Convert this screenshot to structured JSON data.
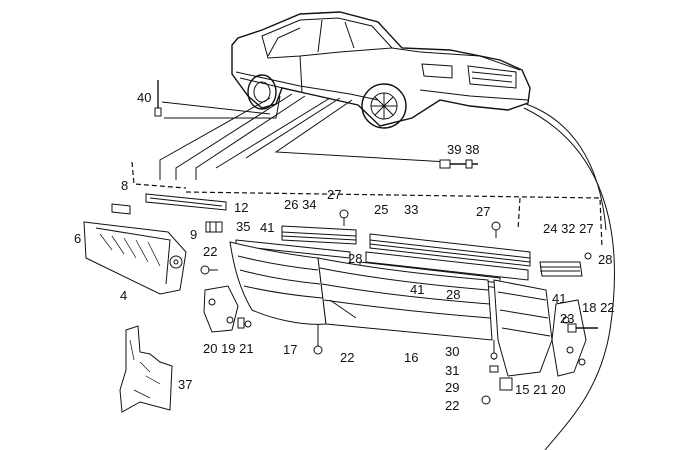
{
  "diagram": {
    "colors": {
      "ink": "#111111",
      "paper": "#ffffff"
    },
    "callouts": {
      "p40": "40",
      "p39_38": "39 38",
      "p8": "8",
      "p27a": "27",
      "p26_34": "26 34",
      "p12": "12",
      "p25": "25",
      "p33": "33",
      "p27b": "27",
      "p6": "6",
      "p35": "35",
      "p9": "9",
      "p41a": "41",
      "p24_32_27": "24 32 27",
      "p22a": "22",
      "p28a": "28",
      "p28b": "28",
      "p4": "4",
      "p41b": "41",
      "p28c": "28",
      "p41c": "41",
      "p18_22": "18 22",
      "p23": "23",
      "p20_19_21": "20 19 21",
      "p17": "17",
      "p22b": "22",
      "p16": "16",
      "p30": "30",
      "p31": "31",
      "p29": "29",
      "p15_21_20": "15 21 20",
      "p22c": "22",
      "p37": "37"
    }
  }
}
